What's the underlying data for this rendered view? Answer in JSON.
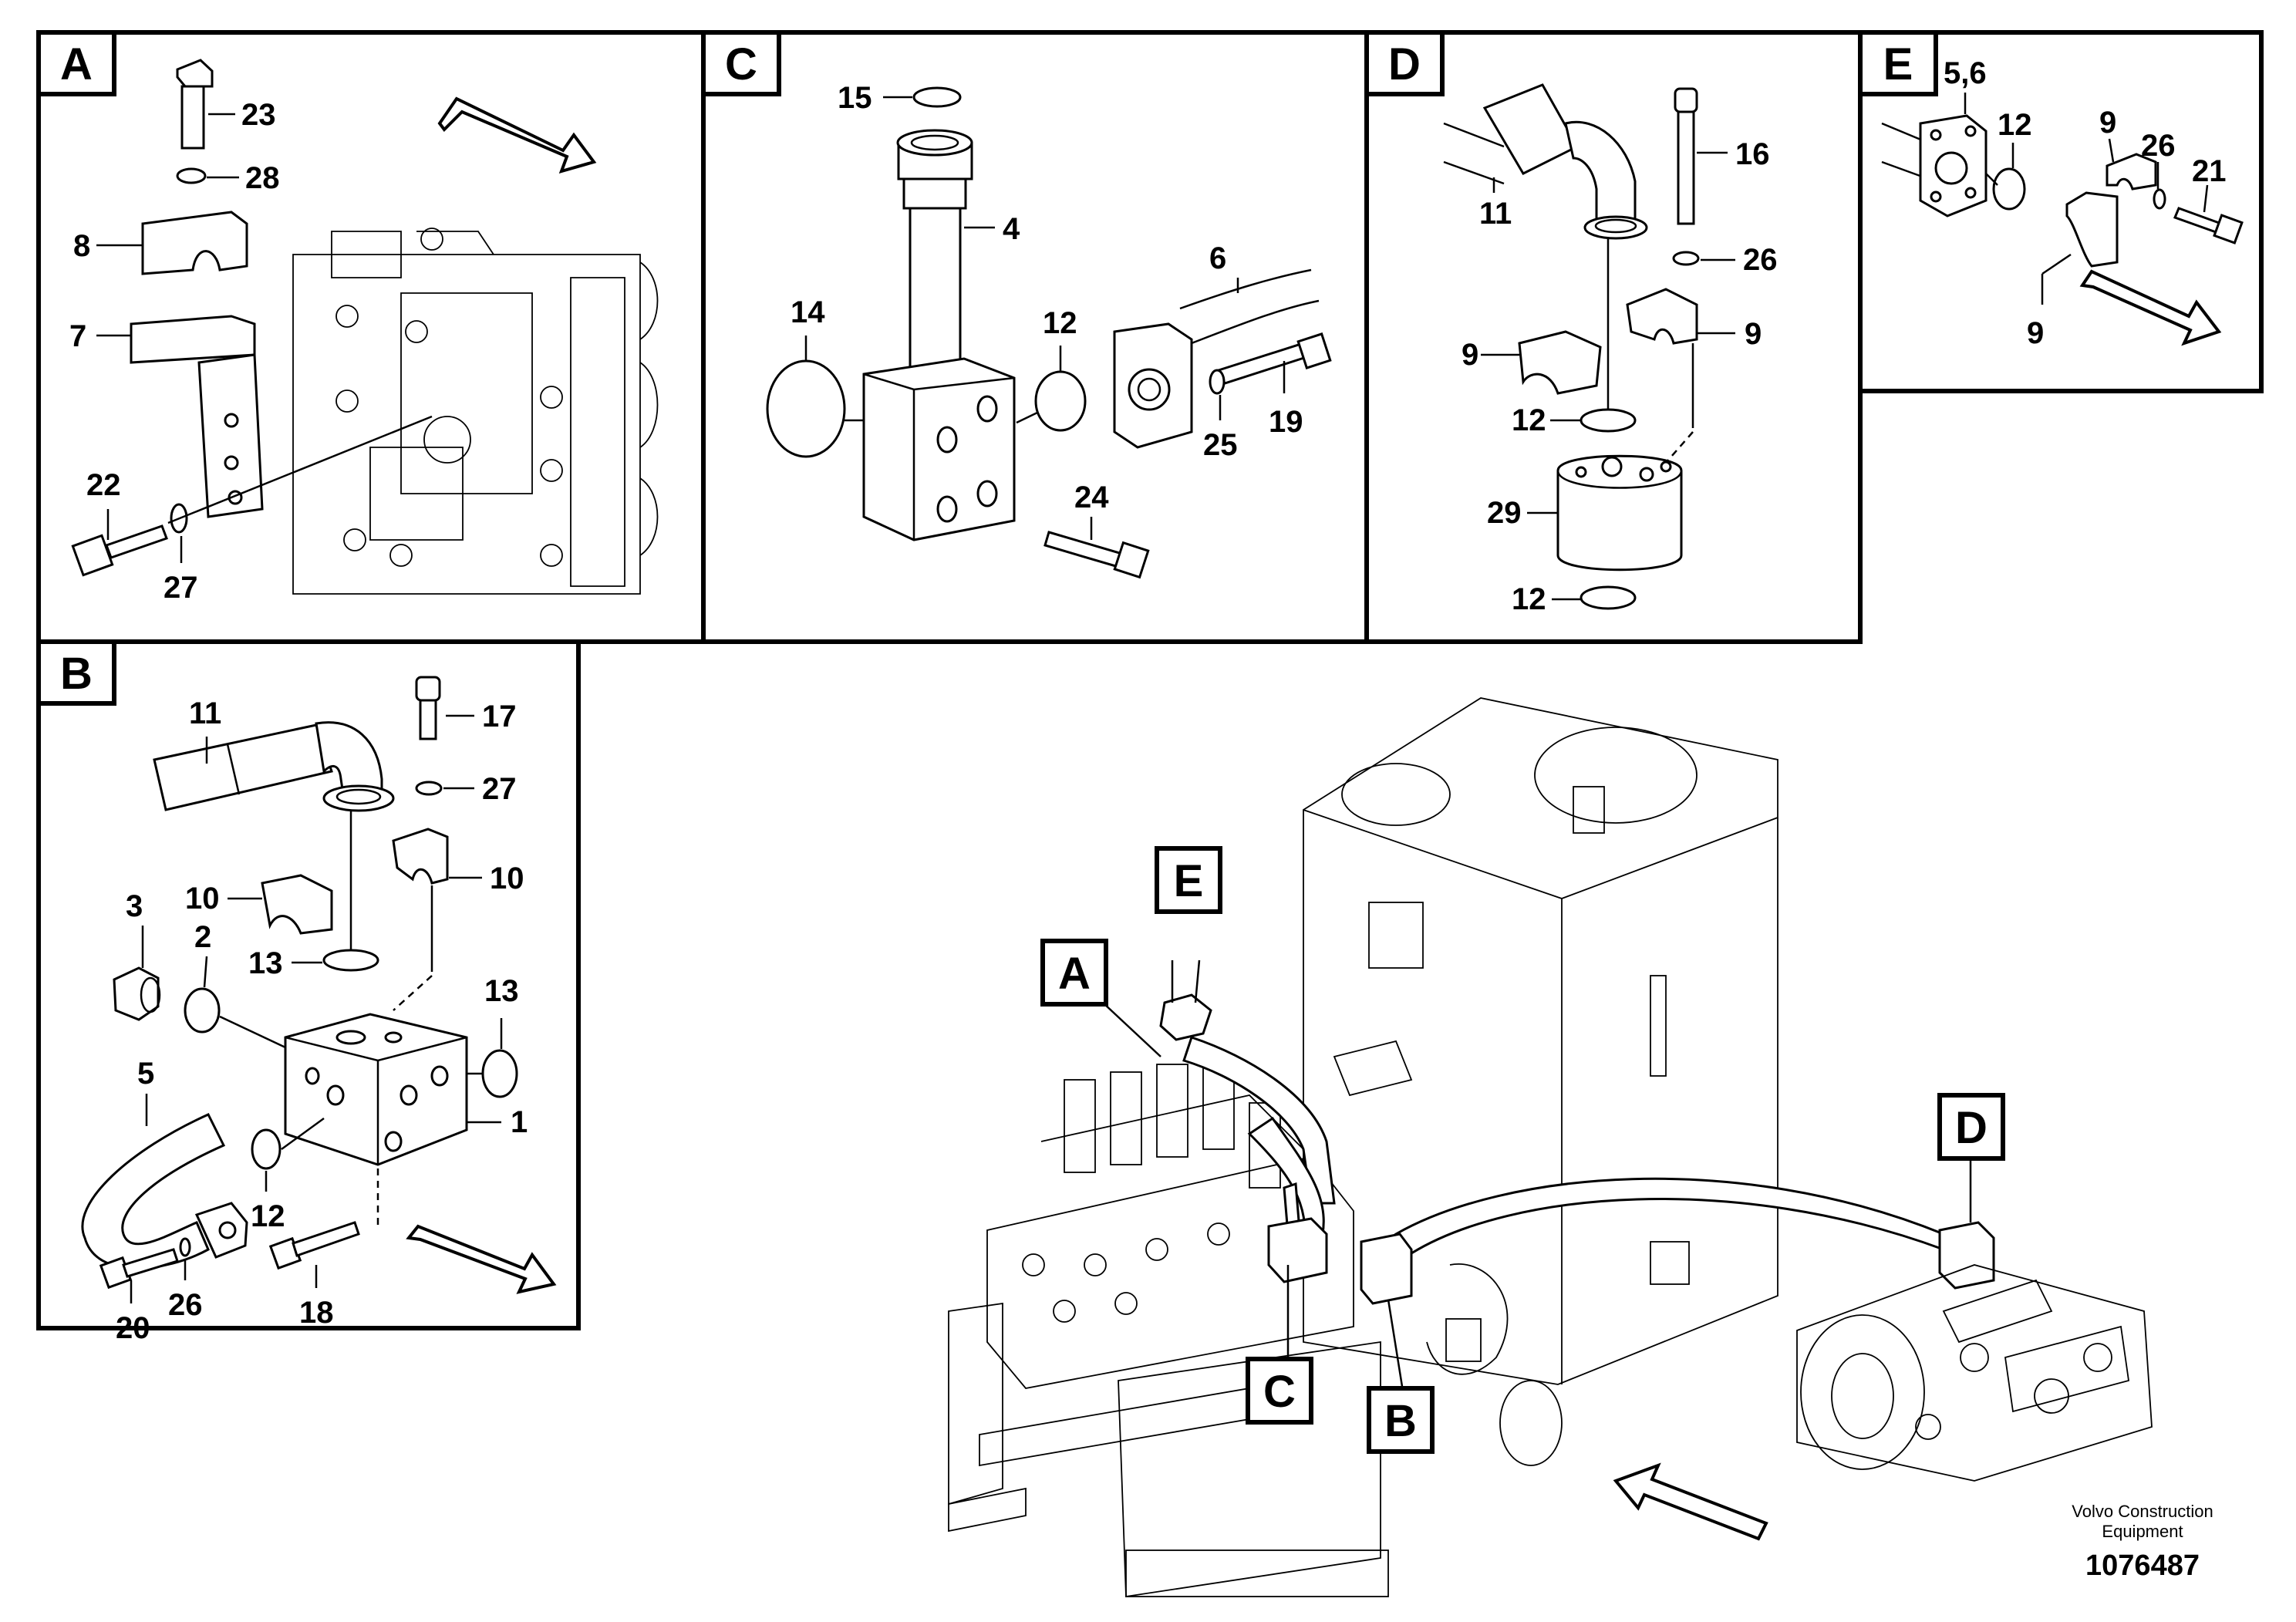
{
  "panels": {
    "A": {
      "tag": "A",
      "callouts": {
        "c23": "23",
        "c28": "28",
        "c8": "8",
        "c7": "7",
        "c22": "22",
        "c27": "27"
      }
    },
    "C": {
      "tag": "C",
      "callouts": {
        "c15": "15",
        "c4": "4",
        "c6": "6",
        "c14": "14",
        "c12": "12",
        "c25": "25",
        "c19": "19",
        "c24": "24"
      }
    },
    "D": {
      "tag": "D",
      "callouts": {
        "c16": "16",
        "c11": "11",
        "c26": "26",
        "c9a": "9",
        "c9b": "9",
        "c12a": "12",
        "c29": "29",
        "c12b": "12"
      }
    },
    "E": {
      "tag": "E",
      "callouts": {
        "c56": "5,6",
        "c12": "12",
        "c9a": "9",
        "c26": "26",
        "c21": "21",
        "c9b": "9"
      }
    },
    "B": {
      "tag": "B",
      "callouts": {
        "c11": "11",
        "c17": "17",
        "c27": "27",
        "c10a": "10",
        "c10b": "10",
        "c3": "3",
        "c2": "2",
        "c13a": "13",
        "c13b": "13",
        "c5": "5",
        "c1": "1",
        "c12": "12",
        "c20": "20",
        "c26": "26",
        "c18": "18"
      }
    }
  },
  "overview_tags": {
    "A": "A",
    "B": "B",
    "C": "C",
    "D": "D",
    "E": "E"
  },
  "footer": {
    "company_line1": "Volvo Construction",
    "company_line2": "Equipment",
    "drawing_number": "1076487"
  }
}
